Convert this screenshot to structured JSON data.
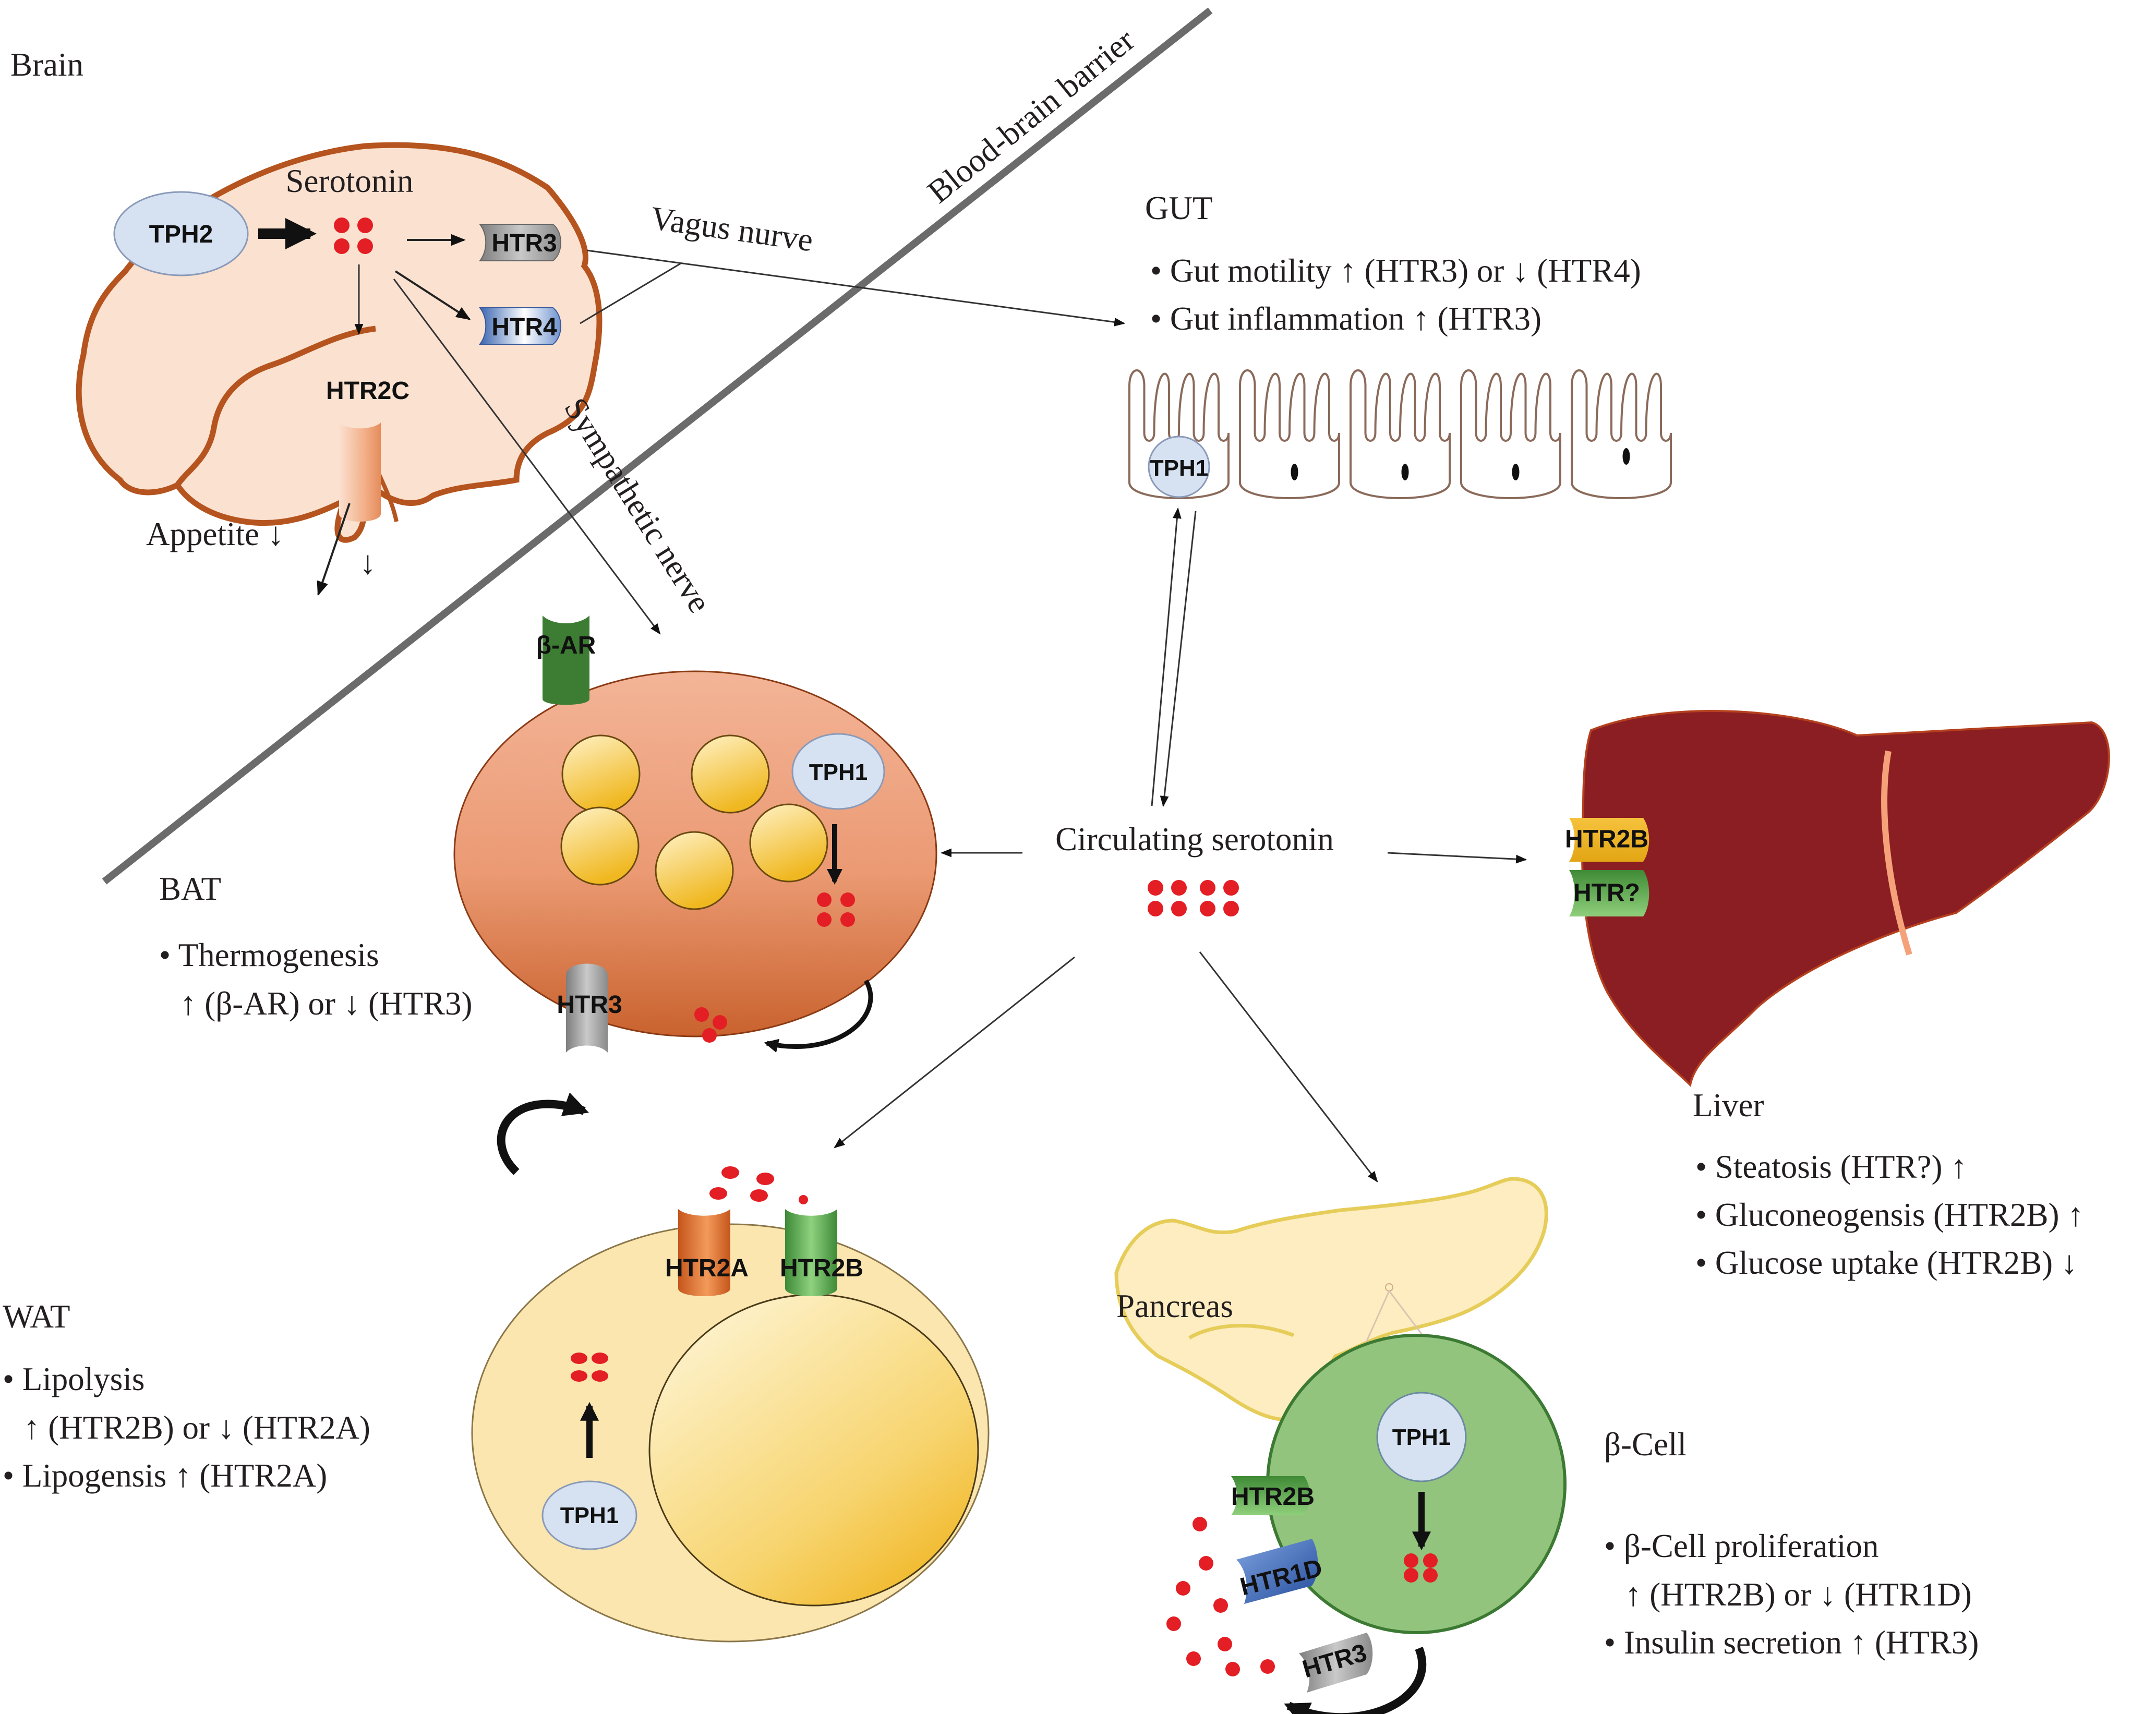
{
  "diagram": {
    "title": "Serotonin signaling across brain and peripheral tissues",
    "colors": {
      "serotonin": "#e31e24",
      "brain_fill": "#fbe1d0",
      "brain_outline": "#b5541e",
      "tph": "#d6e2f2",
      "bat": "#e9885c",
      "wat": "#fbe6b0",
      "liver": "#8b1e22",
      "pancreas": "#fdedc0",
      "beta_cell": "#93c47d",
      "barrier": "#6b6b6b"
    },
    "brain": {
      "title": "Brain",
      "serotonin_label": "Serotonin",
      "enzyme": "TPH2",
      "receptors": [
        "HTR3",
        "HTR4",
        "HTR2C"
      ],
      "appetite": "Appetite ↓",
      "arrow_down": "↓"
    },
    "nerves": {
      "vagus": "Vagus nurve",
      "sympathetic": "Sympathetic nerve",
      "barrier": "Blood-brain barrier"
    },
    "gut": {
      "title": "GUT",
      "bullets": [
        "Gut motility ↑ (HTR3) or ↓ (HTR4)",
        "Gut inflammation ↑ (HTR3)"
      ],
      "enzyme": "TPH1",
      "cell_count": 5
    },
    "circulating": {
      "label": "Circulating serotonin"
    },
    "bat": {
      "title": "BAT",
      "bullet_line1": "Thermogenesis",
      "bullet_line2": "↑ (β-AR) or ↓ (HTR3)",
      "receptors": [
        "β-AR",
        "HTR3"
      ],
      "enzyme": "TPH1"
    },
    "liver": {
      "title": "Liver",
      "receptors": [
        "HTR2B",
        "HTR?"
      ],
      "bullets": [
        "Steatosis (HTR?) ↑",
        "Gluconeogensis (HTR2B) ↑",
        "Glucose uptake (HTR2B) ↓"
      ]
    },
    "wat": {
      "title": "WAT",
      "bullet1_line1": "Lipolysis",
      "bullet1_line2": "↑ (HTR2B) or ↓ (HTR2A)",
      "bullet2": "Lipogensis ↑  (HTR2A)",
      "receptors": [
        "HTR2A",
        "HTR2B"
      ],
      "enzyme": "TPH1"
    },
    "pancreas": {
      "label": "Pancreas",
      "cell_title": "β-Cell",
      "receptors": [
        "HTR2B",
        "HTR1D",
        "HTR3"
      ],
      "enzyme": "TPH1",
      "bullet1_line1": "β-Cell proliferation",
      "bullet1_line2": "↑ (HTR2B) or ↓ (HTR1D)",
      "bullet2": "Insulin secretion ↑ (HTR3)"
    }
  }
}
